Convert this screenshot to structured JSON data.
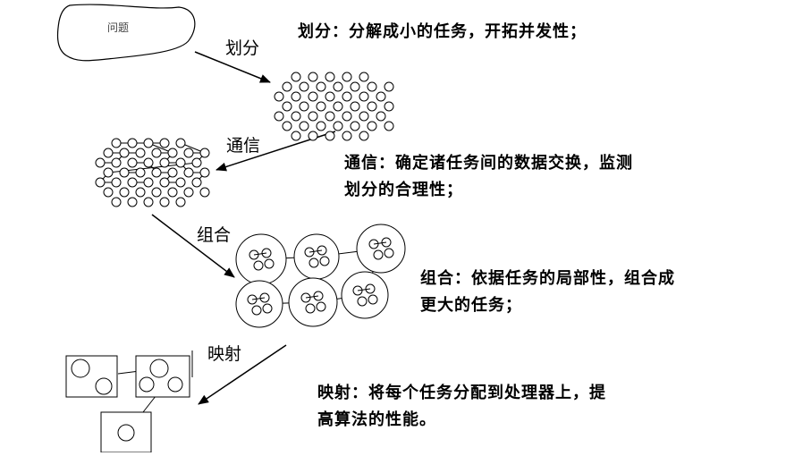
{
  "problem": {
    "label": "问题"
  },
  "steps": {
    "partition": {
      "label": "划分"
    },
    "communication": {
      "label": "通信"
    },
    "agglomeration": {
      "label": "组合"
    },
    "mapping": {
      "label": "映射"
    }
  },
  "notes": {
    "partition": {
      "lines": [
        "划分：分解成小的任务，开拓并发性；"
      ]
    },
    "communication": {
      "lines": [
        "通信：确定诸任务间的数据交换，监测",
        "划分的合理性；"
      ]
    },
    "agglomeration": {
      "lines": [
        "组合：依据任务的局部性，组合成",
        "更大的任务；"
      ]
    },
    "mapping": {
      "lines": [
        "映射：将每个任务分配到处理器上，提",
        "高算法的性能。"
      ]
    }
  }
}
